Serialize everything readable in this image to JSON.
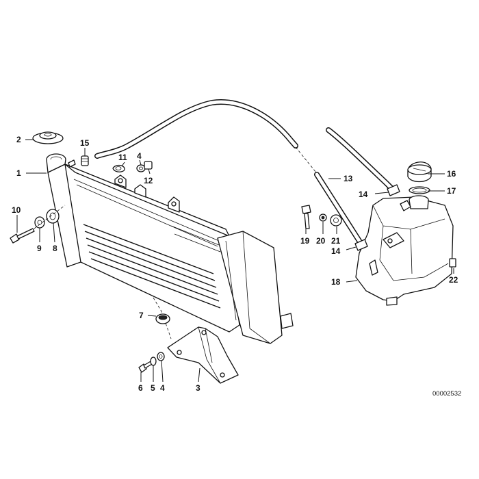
{
  "diagram": {
    "reference_number": "00002532",
    "callouts": [
      {
        "id": "c1",
        "text": "1"
      },
      {
        "id": "c2",
        "text": "2"
      },
      {
        "id": "c15",
        "text": "15"
      },
      {
        "id": "c11",
        "text": "11"
      },
      {
        "id": "c4a",
        "text": "4"
      },
      {
        "id": "c12",
        "text": "12"
      },
      {
        "id": "c10",
        "text": "10"
      },
      {
        "id": "c9",
        "text": "9"
      },
      {
        "id": "c8",
        "text": "8"
      },
      {
        "id": "c7",
        "text": "7"
      },
      {
        "id": "c6",
        "text": "6"
      },
      {
        "id": "c5",
        "text": "5"
      },
      {
        "id": "c4b",
        "text": "4"
      },
      {
        "id": "c3",
        "text": "3"
      },
      {
        "id": "c13",
        "text": "13"
      },
      {
        "id": "c16",
        "text": "16"
      },
      {
        "id": "c14a",
        "text": "14"
      },
      {
        "id": "c17",
        "text": "17"
      },
      {
        "id": "c19",
        "text": "19"
      },
      {
        "id": "c20",
        "text": "20"
      },
      {
        "id": "c21",
        "text": "21"
      },
      {
        "id": "c14b",
        "text": "14"
      },
      {
        "id": "c18",
        "text": "18"
      },
      {
        "id": "c22",
        "text": "22"
      }
    ]
  }
}
